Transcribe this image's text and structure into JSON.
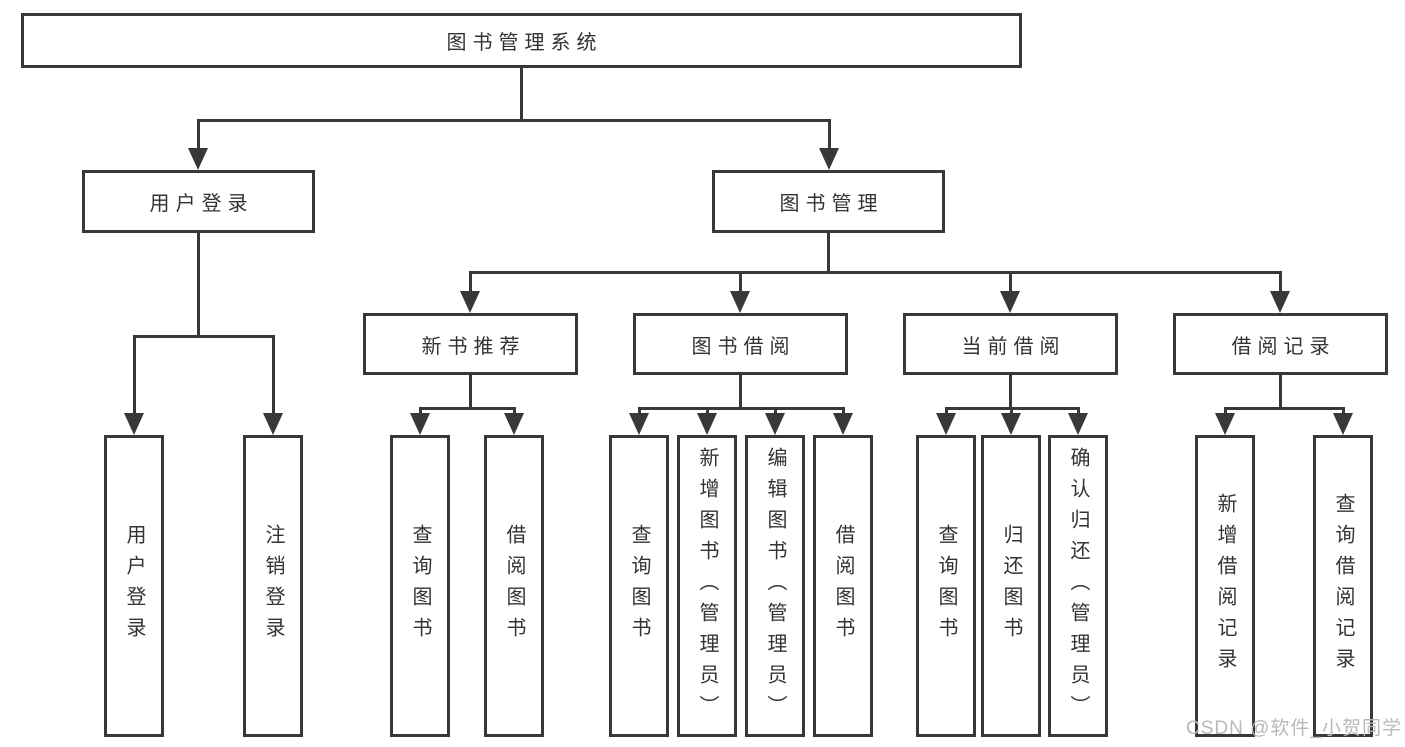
{
  "tree": {
    "root": "图书管理系统",
    "branches": [
      {
        "label": "用户登录",
        "leaves": [
          "用户登录",
          "注销登录"
        ]
      },
      {
        "label": "图书管理",
        "groups": [
          {
            "label": "新书推荐",
            "leaves": [
              "查询图书",
              "借阅图书"
            ]
          },
          {
            "label": "图书借阅",
            "leaves": [
              "查询图书",
              "新增图书（管理员）",
              "编辑图书（管理员）",
              "借阅图书"
            ]
          },
          {
            "label": "当前借阅",
            "leaves": [
              "查询图书",
              "归还图书",
              "确认归还（管理员）"
            ]
          },
          {
            "label": "借阅记录",
            "leaves": [
              "新增借阅记录",
              "查询借阅记录"
            ]
          }
        ]
      }
    ]
  },
  "watermark": "CSDN @软件_小贺同学",
  "colors": {
    "line": "#383838",
    "box_border": "#383838",
    "text": "#333333",
    "watermark": "#b9b9b9",
    "background": "#ffffff"
  }
}
